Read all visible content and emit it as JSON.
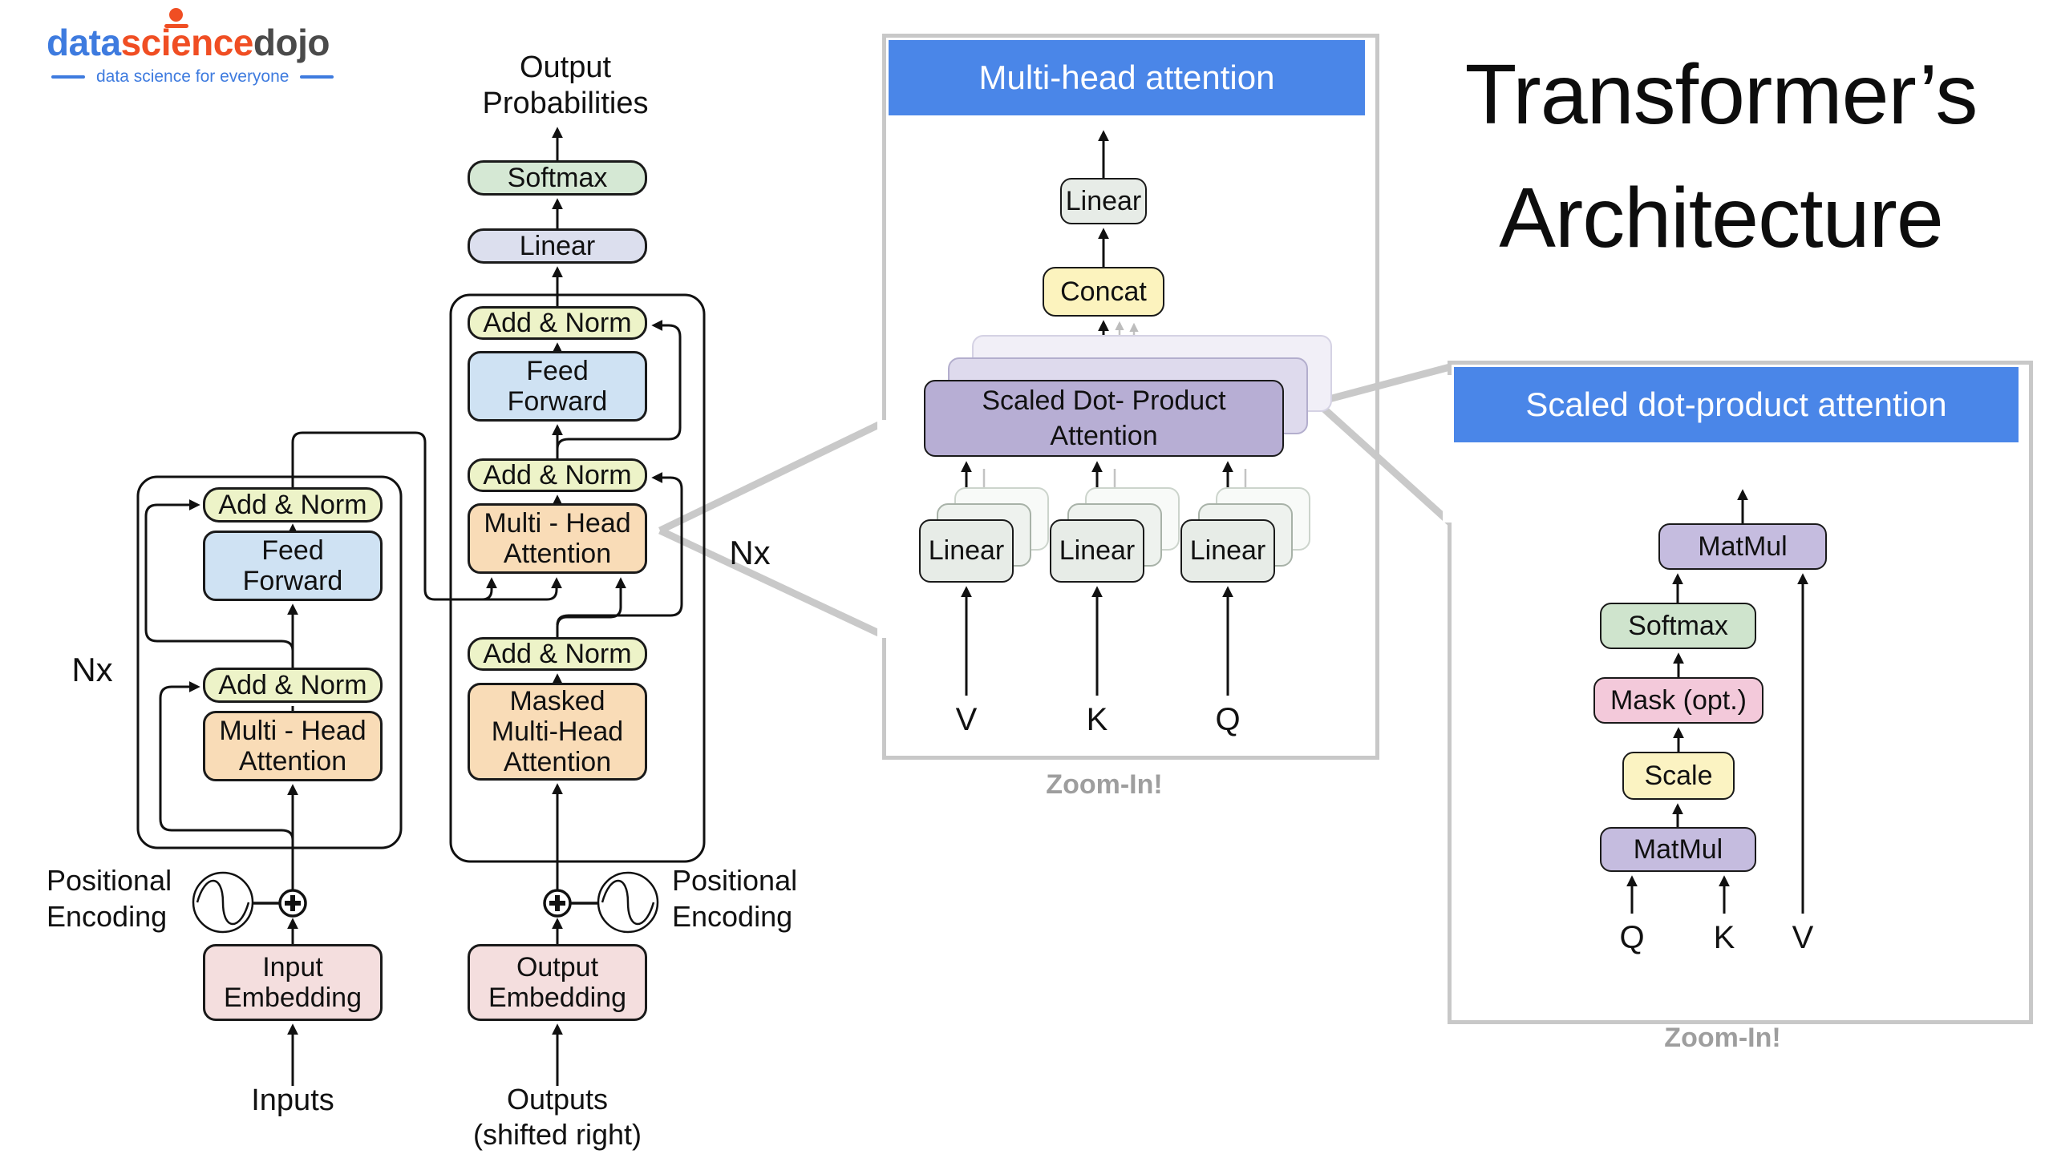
{
  "logo": {
    "part1": "data",
    "part2": "science",
    "part3": "dojo",
    "tagline": "data science for everyone"
  },
  "title": {
    "line1": "Transformer’s",
    "line2": "Architecture"
  },
  "diagram": {
    "output_probabilities_line1": "Output",
    "output_probabilities_line2": "Probabilities",
    "softmax": "Softmax",
    "linear": "Linear",
    "add_norm": "Add & Norm",
    "feed_forward_line1": "Feed",
    "feed_forward_line2": "Forward",
    "multi_head_line1": "Multi - Head",
    "multi_head_line2": "Attention",
    "masked_line1": "Masked",
    "masked_line2": "Multi-Head",
    "masked_line3": "Attention",
    "nx_left": "Nx",
    "nx_right": "Nx",
    "positional_line1": "Positional",
    "positional_line2": "Encoding",
    "input_embedding_line1": "Input",
    "input_embedding_line2": "Embedding",
    "output_embedding_line1": "Output",
    "output_embedding_line2": "Embedding",
    "inputs": "Inputs",
    "outputs_line1": "Outputs",
    "outputs_line2": "(shifted right)"
  },
  "panel_multihead": {
    "header": "Multi-head attention",
    "linear_top": "Linear",
    "concat": "Concat",
    "sdpa_line1": "Scaled Dot- Product",
    "sdpa_line2": "Attention",
    "linear_v": "Linear",
    "linear_k": "Linear",
    "linear_q": "Linear",
    "label_v": "V",
    "label_k": "K",
    "label_q": "Q",
    "zoom_in": "Zoom-In!"
  },
  "panel_sdpa": {
    "header": "Scaled dot-product attention",
    "matmul_top": "MatMul",
    "softmax": "Softmax",
    "mask": "Mask (opt.)",
    "scale": "Scale",
    "matmul_bottom": "MatMul",
    "label_q": "Q",
    "label_k": "K",
    "label_v": "V",
    "zoom_in": "Zoom-In!"
  },
  "colors": {
    "accent_blue": "#4a86e8",
    "panel_border": "#c8c8c8",
    "add_norm": "#edf3c8",
    "feed_forward": "#cfe2f3",
    "attention_orange": "#f9dcb7",
    "softmax_green": "#d5e8d4",
    "linear_lavender": "#dcdfee",
    "embedding_pink": "#f4dede",
    "panel_linear_gray": "#e7ece7",
    "concat_yellow": "#fcf3be",
    "sdpa_purple": "#b7aed4",
    "matmul_purple": "#c5bcdf",
    "mask_pink": "#f3c9da",
    "scale_yellow": "#fbf3c2",
    "logo_blue": "#3e7bdf",
    "logo_orange": "#f04e23",
    "zoom_label_gray": "#9e9e9e"
  }
}
